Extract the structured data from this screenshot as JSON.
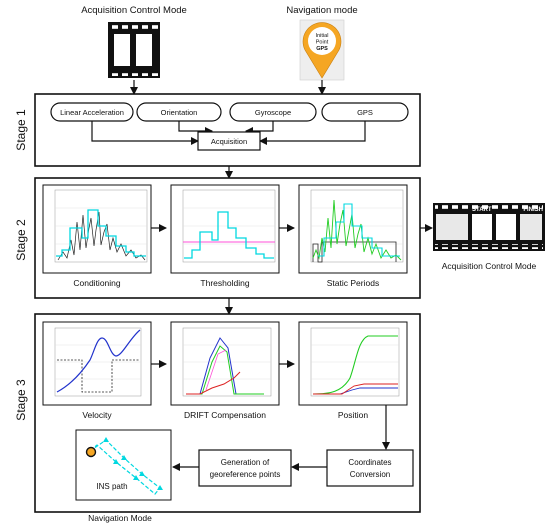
{
  "top": {
    "acquisition_control_mode": "Acquisition Control Mode",
    "navigation_mode": "Navigation mode",
    "pin_line1": "Initial",
    "pin_line2": "Point",
    "pin_line3": "GPS"
  },
  "stage1": {
    "label": "Stage 1",
    "sensors": [
      "Linear Acceleration",
      "Orientation",
      "Gyroscope",
      "GPS"
    ],
    "acquisition": "Acquisition"
  },
  "stage2": {
    "label": "Stage 2",
    "panels": [
      "Conditioning",
      "Thresholding",
      "Static Periods"
    ],
    "film_start": "START",
    "film_finish": "FINISH",
    "film_caption": "Acquisition Control Mode"
  },
  "stage3": {
    "label": "Stage 3",
    "panels": [
      "Velocity",
      "DRIFT Compensation",
      "Position"
    ],
    "coordinates_line1": "Coordinates",
    "coordinates_line2": "Conversion",
    "georef_line1": "Generation of",
    "georef_line2": "georeference points",
    "ins_path": "INS path",
    "navigation_mode": "Navigation Mode"
  },
  "colors": {
    "cyan": "#00d8e0",
    "magenta": "#ff4fd8",
    "green": "#22cc22",
    "pin_orange": "#f5a623",
    "blue": "#2233cc",
    "red": "#dd2222"
  }
}
